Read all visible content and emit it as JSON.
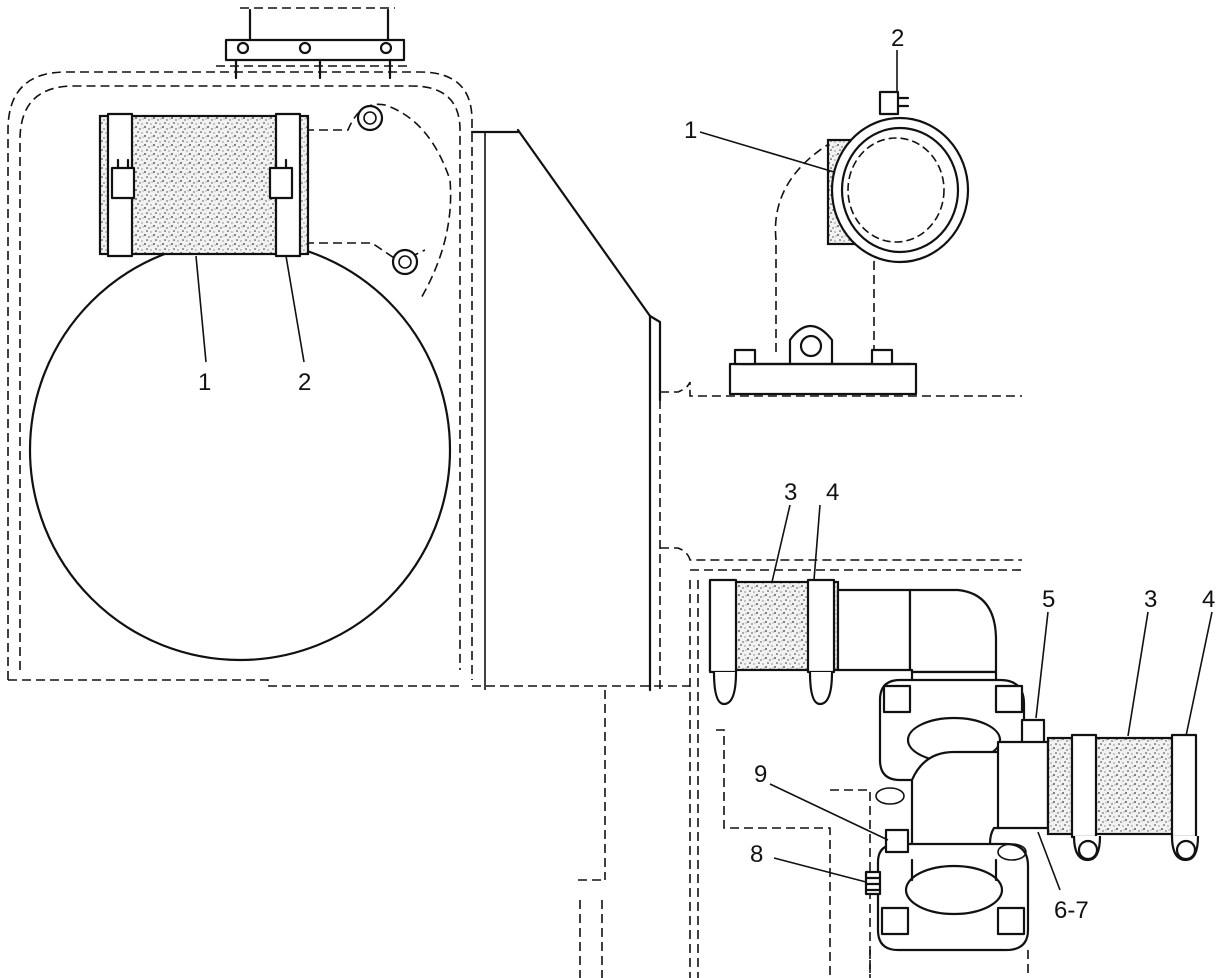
{
  "callouts": {
    "left_hose": "1",
    "left_clamp": "2",
    "top_clamp": "2",
    "top_hose": "1",
    "hose_upper": "3",
    "clamp_upper": "4",
    "part_5": "5",
    "hose_right": "3",
    "clamp_right": "4",
    "part_9": "9",
    "part_8": "8",
    "part_6_7": "6-7"
  }
}
